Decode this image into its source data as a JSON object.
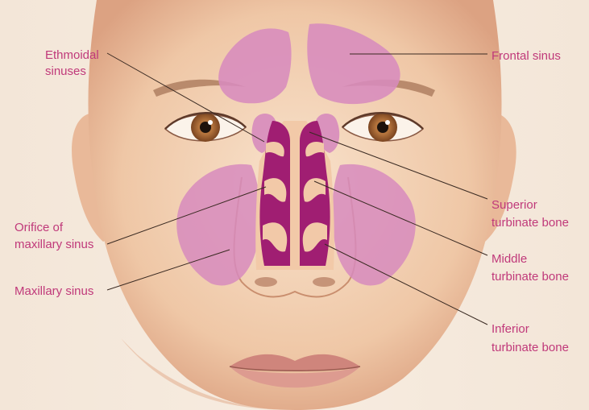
{
  "colors": {
    "label_text": "#c0397a",
    "leader_line": "#3a2a22",
    "skin_light": "#f6dcc4",
    "skin_mid": "#eec3a2",
    "skin_shadow": "#d99c7c",
    "sinus_fill": "#d78bbd",
    "nasal_cavity": "#a01e72",
    "turbinate": "#f2c9a8",
    "iris": "#b7763e",
    "lips": "#d78f86"
  },
  "labels": {
    "ethmoidal_line1": "Ethmoidal",
    "ethmoidal_line2": "sinuses",
    "frontal": "Frontal sinus",
    "orifice_line1": "Orifice of",
    "orifice_line2": "maxillary sinus",
    "maxillary": "Maxillary sinus",
    "superior_line1": "Superior",
    "superior_line2": "turbinate bone",
    "middle_line1": "Middle",
    "middle_line2": "turbinate bone",
    "inferior_line1": "Inferior",
    "inferior_line2": "turbinate bone"
  }
}
